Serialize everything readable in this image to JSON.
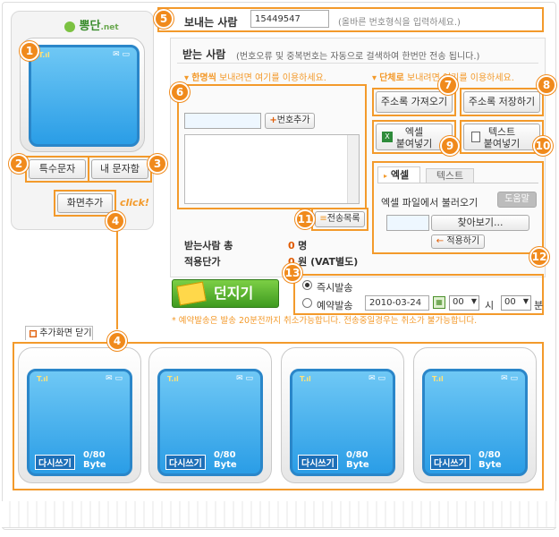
{
  "logo": {
    "text": "뽕단",
    "suffix": ".net"
  },
  "left": {
    "special_chars_btn": "특수문자",
    "my_message_box_btn": "내 문자함",
    "add_screen_btn": "화면추가",
    "click_text": "click!"
  },
  "sender": {
    "label": "보내는 사람",
    "value": "15449547",
    "hint": "(올바른 번호형식을 입력하세요.)"
  },
  "receiver": {
    "title": "받는 사람",
    "note": "(번호오류 및 중복번호는 자동으로 걸색하여 한번만 전송 됩니다.)",
    "single_hint_emph": "한명씩",
    "single_hint_rest": "보내려면 여기를 이용하세요.",
    "bulk_hint_emph": "단체로",
    "bulk_hint_rest": "보내려면 여기를 이용하세요.",
    "add_number_btn": "번호추가",
    "send_list_btn": "전송목록",
    "total_label": "받는사람 총",
    "total_value": "0",
    "total_unit": "명",
    "price_label": "적용단가",
    "price_value": "0",
    "price_unit": "원 (VAT별도)"
  },
  "bulk": {
    "addr_load_btn": "주소록 가져오기",
    "addr_save_btn": "주소록 저장하기",
    "excel_paste_btn_l1": "엑셀",
    "excel_paste_btn_l2": "붙여넣기",
    "text_paste_btn_l1": "텍스트",
    "text_paste_btn_l2": "붙여넣기",
    "tab_excel": "엑셀",
    "tab_text": "텍스트",
    "excel_load_label": "엑셀 파일에서 불러오기",
    "help_btn": "도움말",
    "browse_btn": "찾아보기...",
    "apply_btn": "적용하기"
  },
  "send": {
    "throw_btn": "던지기",
    "immediate_label": "즉시발송",
    "reserve_label": "예약발송",
    "date_value": "2010-03-24",
    "hour_value": "00",
    "hour_unit": "시",
    "minute_value": "00",
    "minute_unit": "분",
    "notice": "* 예약발송은 발송 20분전까지 취소가능합니다. 전송중일경우는 취소가 불가능합니다."
  },
  "extra": {
    "close_label": "추가화면 닫기",
    "phones": [
      {
        "rewrite": "다시쓰기",
        "bytes": "0/80 Byte"
      },
      {
        "rewrite": "다시쓰기",
        "bytes": "0/80 Byte"
      },
      {
        "rewrite": "다시쓰기",
        "bytes": "0/80 Byte"
      },
      {
        "rewrite": "다시쓰기",
        "bytes": "0/80 Byte"
      }
    ]
  },
  "badges": [
    "1",
    "2",
    "3",
    "4",
    "4",
    "5",
    "6",
    "7",
    "8",
    "9",
    "10",
    "11",
    "12",
    "13"
  ],
  "colors": {
    "accent": "#f39a2b",
    "screen": "#3aa8ee",
    "throw_green": "#4fb02a"
  }
}
